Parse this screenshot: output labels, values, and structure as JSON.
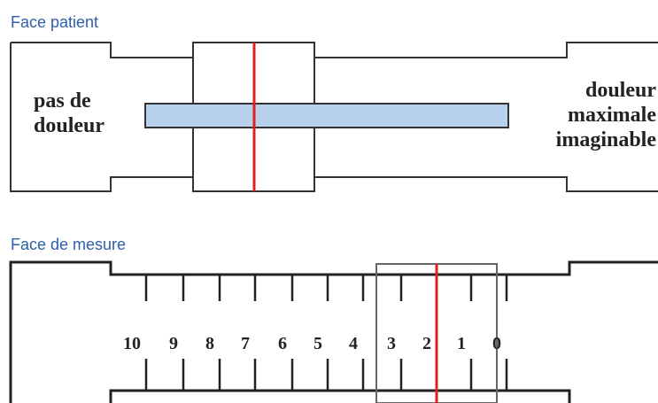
{
  "patient_face": {
    "title": "Face patient",
    "left_label_line1": "pas de",
    "left_label_line2": "douleur",
    "right_label_line1": "douleur",
    "right_label_line2": "maximale",
    "right_label_line3": "imaginable",
    "bar_color": "#b8d1ec",
    "cursor_color": "#e02020"
  },
  "measure_face": {
    "title": "Face de mesure",
    "scale_labels": [
      "10",
      "9",
      "8",
      "7",
      "6",
      "5",
      "4",
      "3",
      "2",
      "1",
      "0"
    ],
    "cursor_color": "#e02020"
  }
}
